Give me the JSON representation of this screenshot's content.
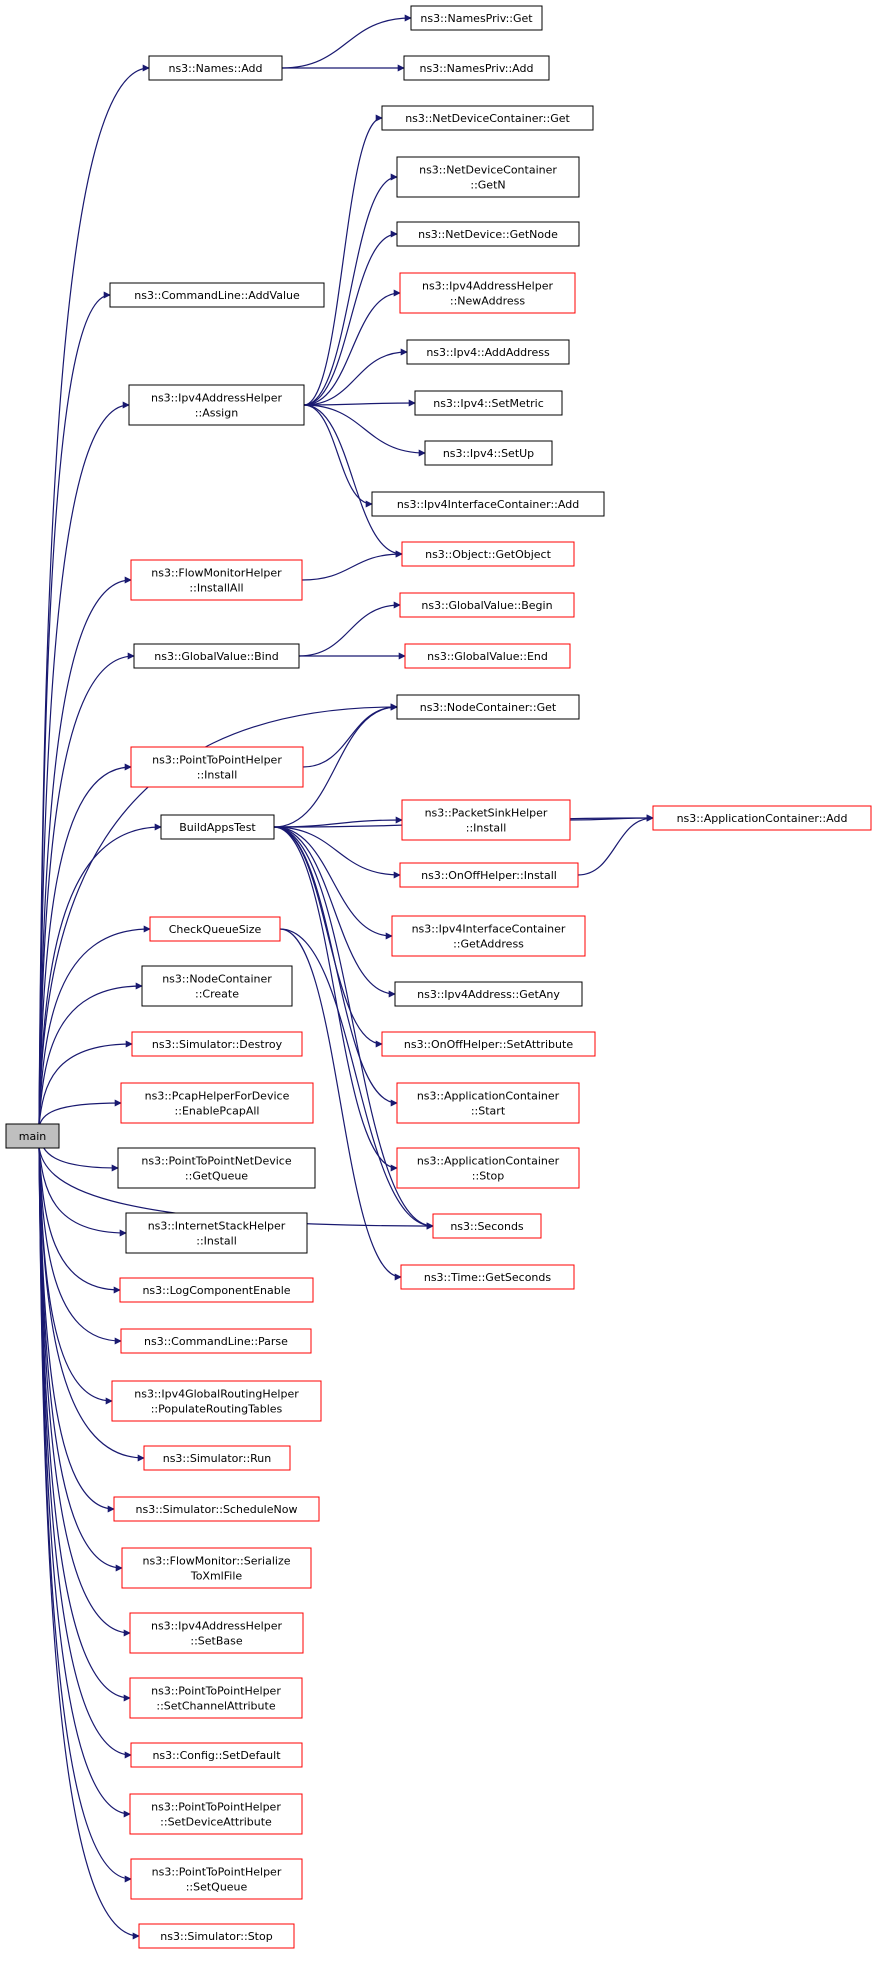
{
  "colors": {
    "edge": "#191970",
    "documented_border": "#000000",
    "undocumented_border": "#ff0000",
    "root_fill": "#bfbfbf"
  },
  "graph": {
    "nodes": [
      {
        "id": "main",
        "lines": [
          "main"
        ],
        "kind": "root"
      },
      {
        "id": "names-add",
        "lines": [
          "ns3::Names::Add"
        ],
        "kind": "documented"
      },
      {
        "id": "namespriv-get",
        "lines": [
          "ns3::NamesPriv::Get"
        ],
        "kind": "documented"
      },
      {
        "id": "namespriv-add",
        "lines": [
          "ns3::NamesPriv::Add"
        ],
        "kind": "documented"
      },
      {
        "id": "netdevicecontainer-get",
        "lines": [
          "ns3::NetDeviceContainer::Get"
        ],
        "kind": "documented"
      },
      {
        "id": "netdevicecontainer-getn",
        "lines": [
          "ns3::NetDeviceContainer",
          "::GetN"
        ],
        "kind": "documented"
      },
      {
        "id": "netdevice-getnode",
        "lines": [
          "ns3::NetDevice::GetNode"
        ],
        "kind": "documented"
      },
      {
        "id": "commandline-addvalue",
        "lines": [
          "ns3::CommandLine::AddValue"
        ],
        "kind": "documented"
      },
      {
        "id": "ipv4addresshelper-newaddress",
        "lines": [
          "ns3::Ipv4AddressHelper",
          "::NewAddress"
        ],
        "kind": "undocumented"
      },
      {
        "id": "ipv4-addaddress",
        "lines": [
          "ns3::Ipv4::AddAddress"
        ],
        "kind": "documented"
      },
      {
        "id": "ipv4addresshelper-assign",
        "lines": [
          "ns3::Ipv4AddressHelper",
          "::Assign"
        ],
        "kind": "documented"
      },
      {
        "id": "ipv4-setmetric",
        "lines": [
          "ns3::Ipv4::SetMetric"
        ],
        "kind": "documented"
      },
      {
        "id": "ipv4-setup",
        "lines": [
          "ns3::Ipv4::SetUp"
        ],
        "kind": "documented"
      },
      {
        "id": "ipv4interfacecontainer-add",
        "lines": [
          "ns3::Ipv4InterfaceContainer::Add"
        ],
        "kind": "documented"
      },
      {
        "id": "flowmonitorhelper-installall",
        "lines": [
          "ns3::FlowMonitorHelper",
          "::InstallAll"
        ],
        "kind": "undocumented"
      },
      {
        "id": "object-getobject",
        "lines": [
          "ns3::Object::GetObject"
        ],
        "kind": "undocumented"
      },
      {
        "id": "globalvalue-begin",
        "lines": [
          "ns3::GlobalValue::Begin"
        ],
        "kind": "undocumented"
      },
      {
        "id": "globalvalue-bind",
        "lines": [
          "ns3::GlobalValue::Bind"
        ],
        "kind": "documented"
      },
      {
        "id": "globalvalue-end",
        "lines": [
          "ns3::GlobalValue::End"
        ],
        "kind": "undocumented"
      },
      {
        "id": "nodecontainer-get",
        "lines": [
          "ns3::NodeContainer::Get"
        ],
        "kind": "documented"
      },
      {
        "id": "pointtopointhelper-install",
        "lines": [
          "ns3::PointToPointHelper",
          "::Install"
        ],
        "kind": "undocumented"
      },
      {
        "id": "packetsinkhelper-install",
        "lines": [
          "ns3::PacketSinkHelper",
          "::Install"
        ],
        "kind": "undocumented"
      },
      {
        "id": "applicationcontainer-add",
        "lines": [
          "ns3::ApplicationContainer::Add"
        ],
        "kind": "undocumented"
      },
      {
        "id": "buildappstest",
        "lines": [
          "BuildAppsTest"
        ],
        "kind": "documented"
      },
      {
        "id": "onoffhelper-install",
        "lines": [
          "ns3::OnOffHelper::Install"
        ],
        "kind": "undocumented"
      },
      {
        "id": "checkqueuesize",
        "lines": [
          "CheckQueueSize"
        ],
        "kind": "undocumented"
      },
      {
        "id": "ipv4interfacecontainer-getaddress",
        "lines": [
          "ns3::Ipv4InterfaceContainer",
          "::GetAddress"
        ],
        "kind": "undocumented"
      },
      {
        "id": "nodecontainer-create",
        "lines": [
          "ns3::NodeContainer",
          "::Create"
        ],
        "kind": "documented"
      },
      {
        "id": "ipv4address-getany",
        "lines": [
          "ns3::Ipv4Address::GetAny"
        ],
        "kind": "documented"
      },
      {
        "id": "simulator-destroy",
        "lines": [
          "ns3::Simulator::Destroy"
        ],
        "kind": "undocumented"
      },
      {
        "id": "onoffhelper-setattribute",
        "lines": [
          "ns3::OnOffHelper::SetAttribute"
        ],
        "kind": "undocumented"
      },
      {
        "id": "pcaphelperfordevice-enablepcapall",
        "lines": [
          "ns3::PcapHelperForDevice",
          "::EnablePcapAll"
        ],
        "kind": "undocumented"
      },
      {
        "id": "applicationcontainer-start",
        "lines": [
          "ns3::ApplicationContainer",
          "::Start"
        ],
        "kind": "undocumented"
      },
      {
        "id": "pointtopointnetdevice-getqueue",
        "lines": [
          "ns3::PointToPointNetDevice",
          "::GetQueue"
        ],
        "kind": "documented"
      },
      {
        "id": "applicationcontainer-stop",
        "lines": [
          "ns3::ApplicationContainer",
          "::Stop"
        ],
        "kind": "undocumented"
      },
      {
        "id": "internetstackhelper-install",
        "lines": [
          "ns3::InternetStackHelper",
          "::Install"
        ],
        "kind": "documented"
      },
      {
        "id": "seconds",
        "lines": [
          "ns3::Seconds"
        ],
        "kind": "undocumented"
      },
      {
        "id": "logcomponentenable",
        "lines": [
          "ns3::LogComponentEnable"
        ],
        "kind": "undocumented"
      },
      {
        "id": "time-getseconds",
        "lines": [
          "ns3::Time::GetSeconds"
        ],
        "kind": "undocumented"
      },
      {
        "id": "commandline-parse",
        "lines": [
          "ns3::CommandLine::Parse"
        ],
        "kind": "undocumented"
      },
      {
        "id": "ipv4globalroutinghelper-populateroutingtables",
        "lines": [
          "ns3::Ipv4GlobalRoutingHelper",
          "::PopulateRoutingTables"
        ],
        "kind": "undocumented"
      },
      {
        "id": "simulator-run",
        "lines": [
          "ns3::Simulator::Run"
        ],
        "kind": "undocumented"
      },
      {
        "id": "simulator-schedulenow",
        "lines": [
          "ns3::Simulator::ScheduleNow"
        ],
        "kind": "undocumented"
      },
      {
        "id": "flowmonitor-serializetoxmlfile",
        "lines": [
          "ns3::FlowMonitor::Serialize",
          "ToXmlFile"
        ],
        "kind": "undocumented"
      },
      {
        "id": "ipv4addresshelper-setbase",
        "lines": [
          "ns3::Ipv4AddressHelper",
          "::SetBase"
        ],
        "kind": "undocumented"
      },
      {
        "id": "pointtopointhelper-setchannelattribute",
        "lines": [
          "ns3::PointToPointHelper",
          "::SetChannelAttribute"
        ],
        "kind": "undocumented"
      },
      {
        "id": "config-setdefault",
        "lines": [
          "ns3::Config::SetDefault"
        ],
        "kind": "undocumented"
      },
      {
        "id": "pointtopointhelper-setdeviceattribute",
        "lines": [
          "ns3::PointToPointHelper",
          "::SetDeviceAttribute"
        ],
        "kind": "undocumented"
      },
      {
        "id": "pointtopointhelper-setqueue",
        "lines": [
          "ns3::PointToPointHelper",
          "::SetQueue"
        ],
        "kind": "undocumented"
      },
      {
        "id": "simulator-stop",
        "lines": [
          "ns3::Simulator::Stop"
        ],
        "kind": "undocumented"
      }
    ],
    "edges": [
      [
        "main",
        "names-add"
      ],
      [
        "main",
        "commandline-addvalue"
      ],
      [
        "main",
        "ipv4addresshelper-assign"
      ],
      [
        "main",
        "flowmonitorhelper-installall"
      ],
      [
        "main",
        "globalvalue-bind"
      ],
      [
        "main",
        "nodecontainer-get"
      ],
      [
        "main",
        "pointtopointhelper-install"
      ],
      [
        "main",
        "buildappstest"
      ],
      [
        "main",
        "checkqueuesize"
      ],
      [
        "main",
        "nodecontainer-create"
      ],
      [
        "main",
        "simulator-destroy"
      ],
      [
        "main",
        "pcaphelperfordevice-enablepcapall"
      ],
      [
        "main",
        "pointtopointnetdevice-getqueue"
      ],
      [
        "main",
        "internetstackhelper-install"
      ],
      [
        "main",
        "logcomponentenable"
      ],
      [
        "main",
        "commandline-parse"
      ],
      [
        "main",
        "ipv4globalroutinghelper-populateroutingtables"
      ],
      [
        "main",
        "simulator-run"
      ],
      [
        "main",
        "simulator-schedulenow"
      ],
      [
        "main",
        "flowmonitor-serializetoxmlfile"
      ],
      [
        "main",
        "ipv4addresshelper-setbase"
      ],
      [
        "main",
        "pointtopointhelper-setchannelattribute"
      ],
      [
        "main",
        "config-setdefault"
      ],
      [
        "main",
        "pointtopointhelper-setdeviceattribute"
      ],
      [
        "main",
        "pointtopointhelper-setqueue"
      ],
      [
        "main",
        "simulator-stop"
      ],
      [
        "main",
        "seconds"
      ],
      [
        "names-add",
        "namespriv-get"
      ],
      [
        "names-add",
        "namespriv-add"
      ],
      [
        "ipv4addresshelper-assign",
        "netdevicecontainer-get"
      ],
      [
        "ipv4addresshelper-assign",
        "netdevicecontainer-getn"
      ],
      [
        "ipv4addresshelper-assign",
        "netdevice-getnode"
      ],
      [
        "ipv4addresshelper-assign",
        "ipv4addresshelper-newaddress"
      ],
      [
        "ipv4addresshelper-assign",
        "ipv4-addaddress"
      ],
      [
        "ipv4addresshelper-assign",
        "ipv4-setmetric"
      ],
      [
        "ipv4addresshelper-assign",
        "ipv4-setup"
      ],
      [
        "ipv4addresshelper-assign",
        "ipv4interfacecontainer-add"
      ],
      [
        "ipv4addresshelper-assign",
        "object-getobject"
      ],
      [
        "flowmonitorhelper-installall",
        "object-getobject"
      ],
      [
        "globalvalue-bind",
        "globalvalue-begin"
      ],
      [
        "globalvalue-bind",
        "globalvalue-end"
      ],
      [
        "pointtopointhelper-install",
        "nodecontainer-get"
      ],
      [
        "buildappstest",
        "nodecontainer-get"
      ],
      [
        "buildappstest",
        "applicationcontainer-add"
      ],
      [
        "buildappstest",
        "packetsinkhelper-install"
      ],
      [
        "buildappstest",
        "onoffhelper-install"
      ],
      [
        "buildappstest",
        "ipv4interfacecontainer-getaddress"
      ],
      [
        "buildappstest",
        "ipv4address-getany"
      ],
      [
        "buildappstest",
        "onoffhelper-setattribute"
      ],
      [
        "buildappstest",
        "applicationcontainer-start"
      ],
      [
        "buildappstest",
        "applicationcontainer-stop"
      ],
      [
        "buildappstest",
        "seconds"
      ],
      [
        "packetsinkhelper-install",
        "applicationcontainer-add"
      ],
      [
        "onoffhelper-install",
        "applicationcontainer-add"
      ],
      [
        "checkqueuesize",
        "seconds"
      ],
      [
        "checkqueuesize",
        "time-getseconds"
      ]
    ]
  }
}
